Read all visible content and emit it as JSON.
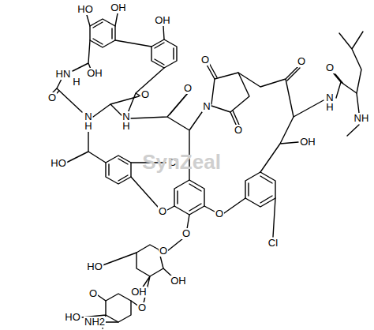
{
  "diagram": {
    "labels": [
      "HO",
      "OH",
      "OH",
      "HN",
      "H",
      "OH",
      "O",
      "N",
      "H",
      "N",
      "H",
      "O",
      "O",
      "N",
      "O",
      "O",
      "O",
      "N",
      "H",
      "O",
      "NH",
      "HO",
      "Cl",
      "O",
      "O",
      "Cl",
      "OH",
      "O",
      "O",
      "OH",
      "HO",
      "OH",
      "O",
      "O",
      "HO",
      "NH2",
      "SynZeal"
    ]
  }
}
